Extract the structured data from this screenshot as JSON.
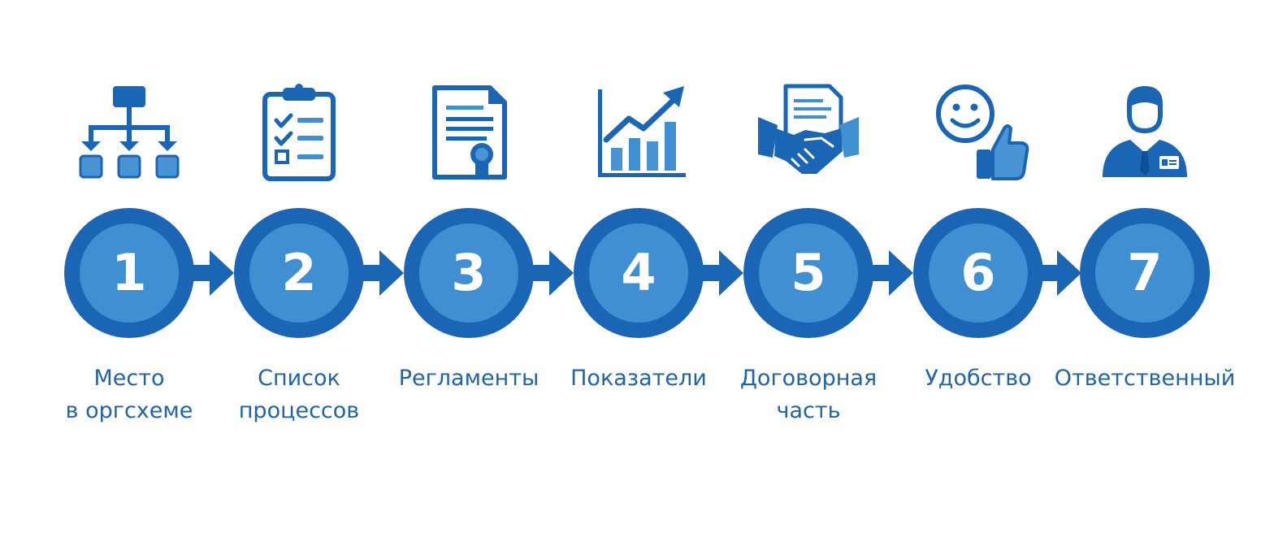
{
  "colors": {
    "primary": "#1a66b5",
    "inner": "#3f8fd2",
    "label": "#1f63ad",
    "icon_light": "#4a94d6",
    "background": "#ffffff"
  },
  "steps": [
    {
      "number": "1",
      "label": "Место\nв оргсхеме",
      "icon": "org-chart-icon"
    },
    {
      "number": "2",
      "label": "Список\nпроцессов",
      "icon": "checklist-clipboard-icon"
    },
    {
      "number": "3",
      "label": "Регламенты",
      "icon": "certified-document-icon"
    },
    {
      "number": "4",
      "label": "Показатели",
      "icon": "growth-chart-icon"
    },
    {
      "number": "5",
      "label": "Договорная\nчасть",
      "icon": "handshake-contract-icon"
    },
    {
      "number": "6",
      "label": "Удобство",
      "icon": "smiley-thumbs-up-icon"
    },
    {
      "number": "7",
      "label": "Ответственный",
      "icon": "employee-badge-icon"
    }
  ]
}
